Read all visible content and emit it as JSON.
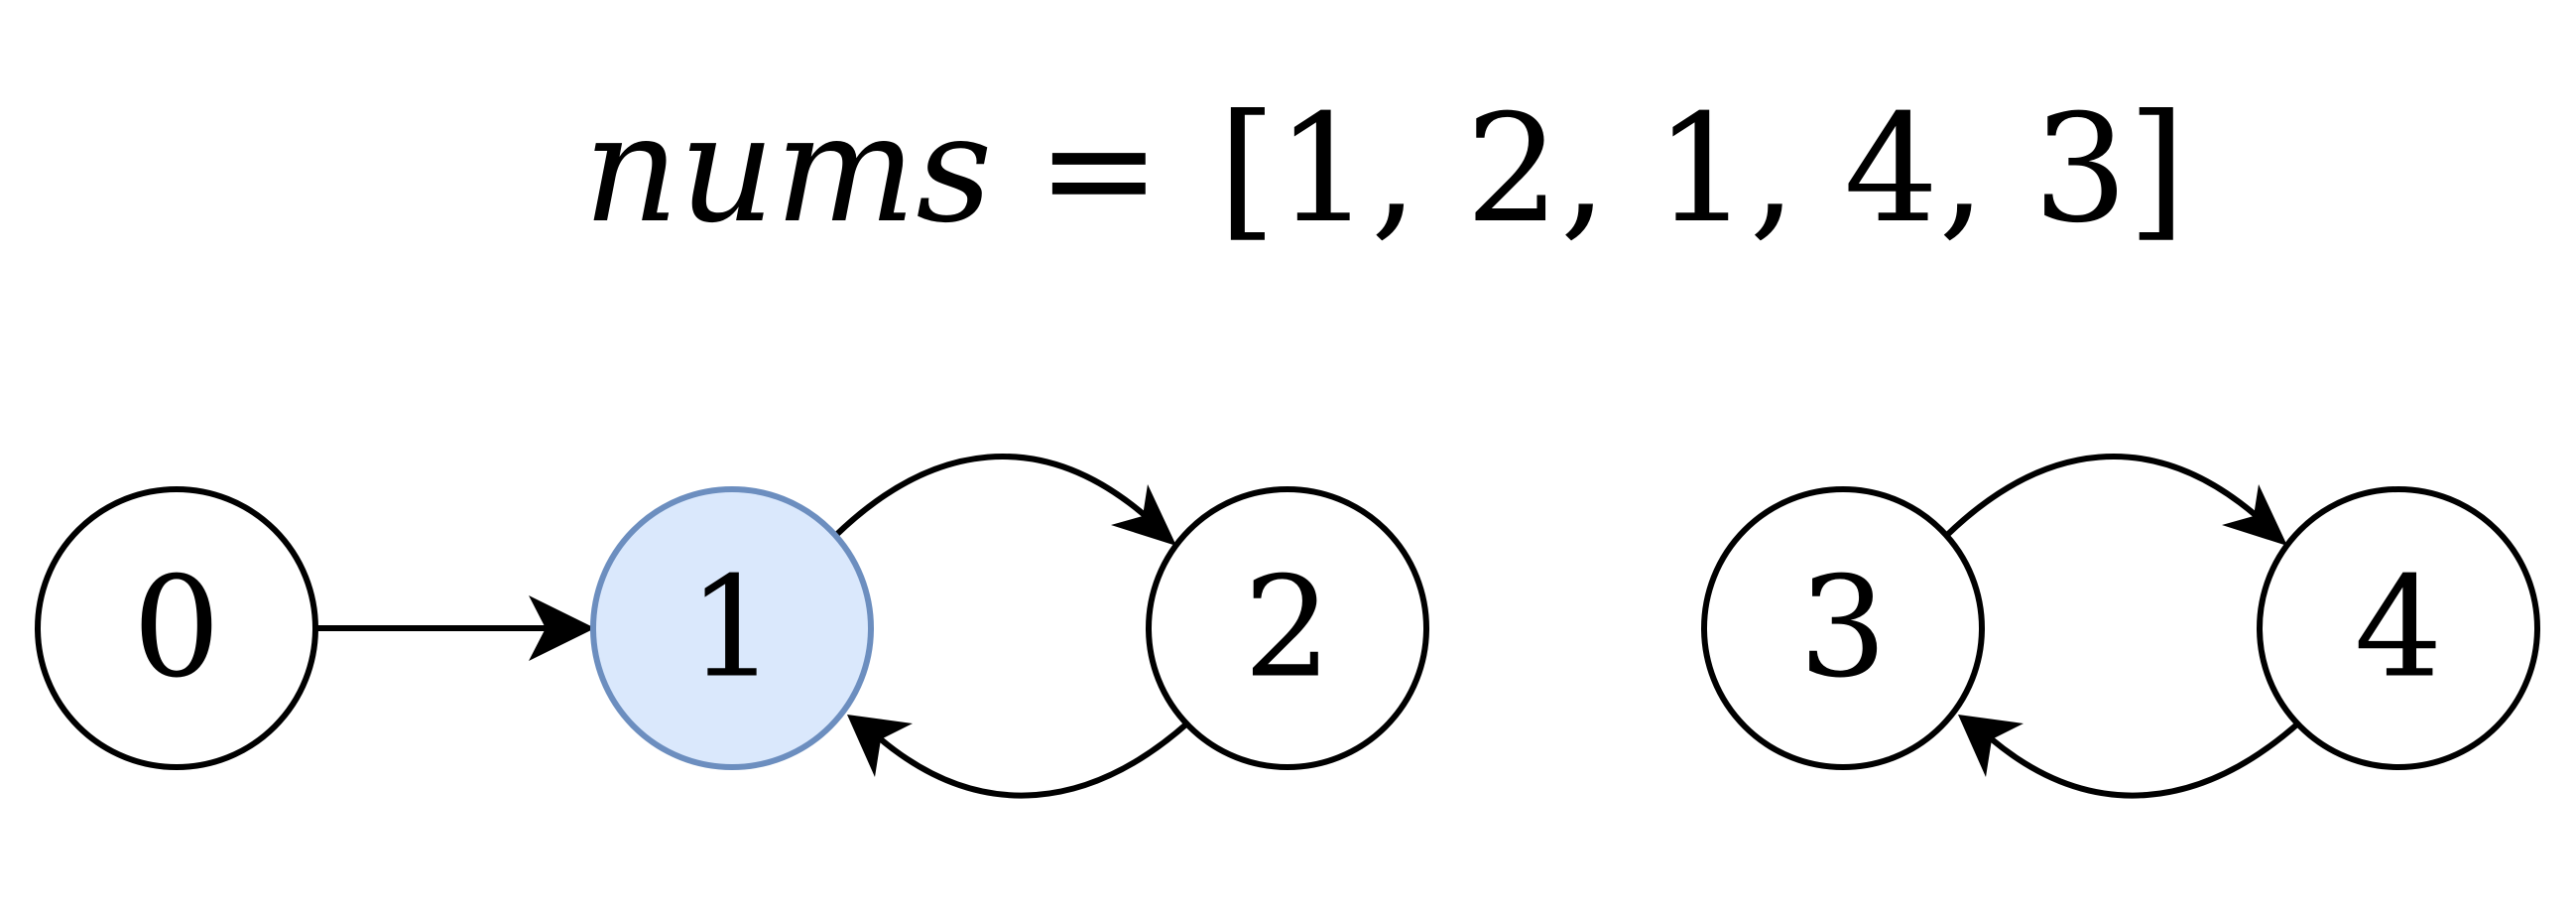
{
  "equation": {
    "variable": "nums",
    "equals": "=",
    "list_text": "[1, 2, 1, 4, 3]"
  },
  "nodes": [
    {
      "id": "0",
      "label": "0",
      "highlighted": false
    },
    {
      "id": "1",
      "label": "1",
      "highlighted": true
    },
    {
      "id": "2",
      "label": "2",
      "highlighted": false
    },
    {
      "id": "3",
      "label": "3",
      "highlighted": false
    },
    {
      "id": "4",
      "label": "4",
      "highlighted": false
    }
  ],
  "edges": [
    {
      "from": "0",
      "to": "1"
    },
    {
      "from": "1",
      "to": "2"
    },
    {
      "from": "2",
      "to": "1"
    },
    {
      "from": "3",
      "to": "4"
    },
    {
      "from": "4",
      "to": "3"
    }
  ],
  "colors": {
    "node_fill": "#ffffff",
    "node_stroke": "#000000",
    "highlight_fill": "#dae8fc",
    "highlight_stroke": "#6c8ebf",
    "edge": "#000000"
  }
}
